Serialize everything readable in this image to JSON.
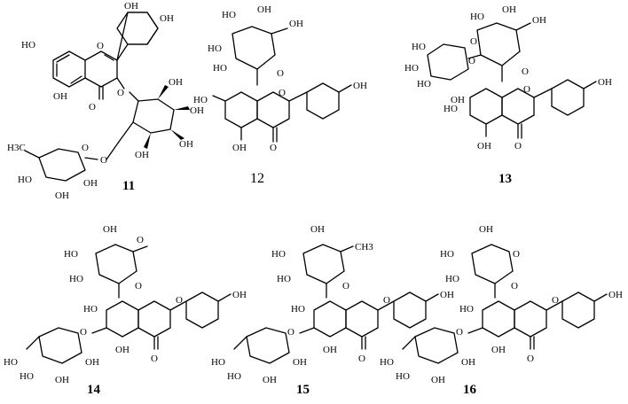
{
  "compounds": [
    {
      "id": "11",
      "label": "11",
      "bold": true
    },
    {
      "id": "12",
      "label": "12",
      "bold": false
    },
    {
      "id": "13",
      "label": "13",
      "bold": true
    },
    {
      "id": "14",
      "label": "14",
      "bold": true
    },
    {
      "id": "15",
      "label": "15",
      "bold": true
    },
    {
      "id": "16",
      "label": "16",
      "bold": true
    }
  ],
  "atoms": {
    "hydroxyl": "OH",
    "hydroxyl_left": "HO",
    "oxygen": "O",
    "methyl": "CH3",
    "methyl_left": "H3C",
    "methoxy_bond": "O"
  }
}
